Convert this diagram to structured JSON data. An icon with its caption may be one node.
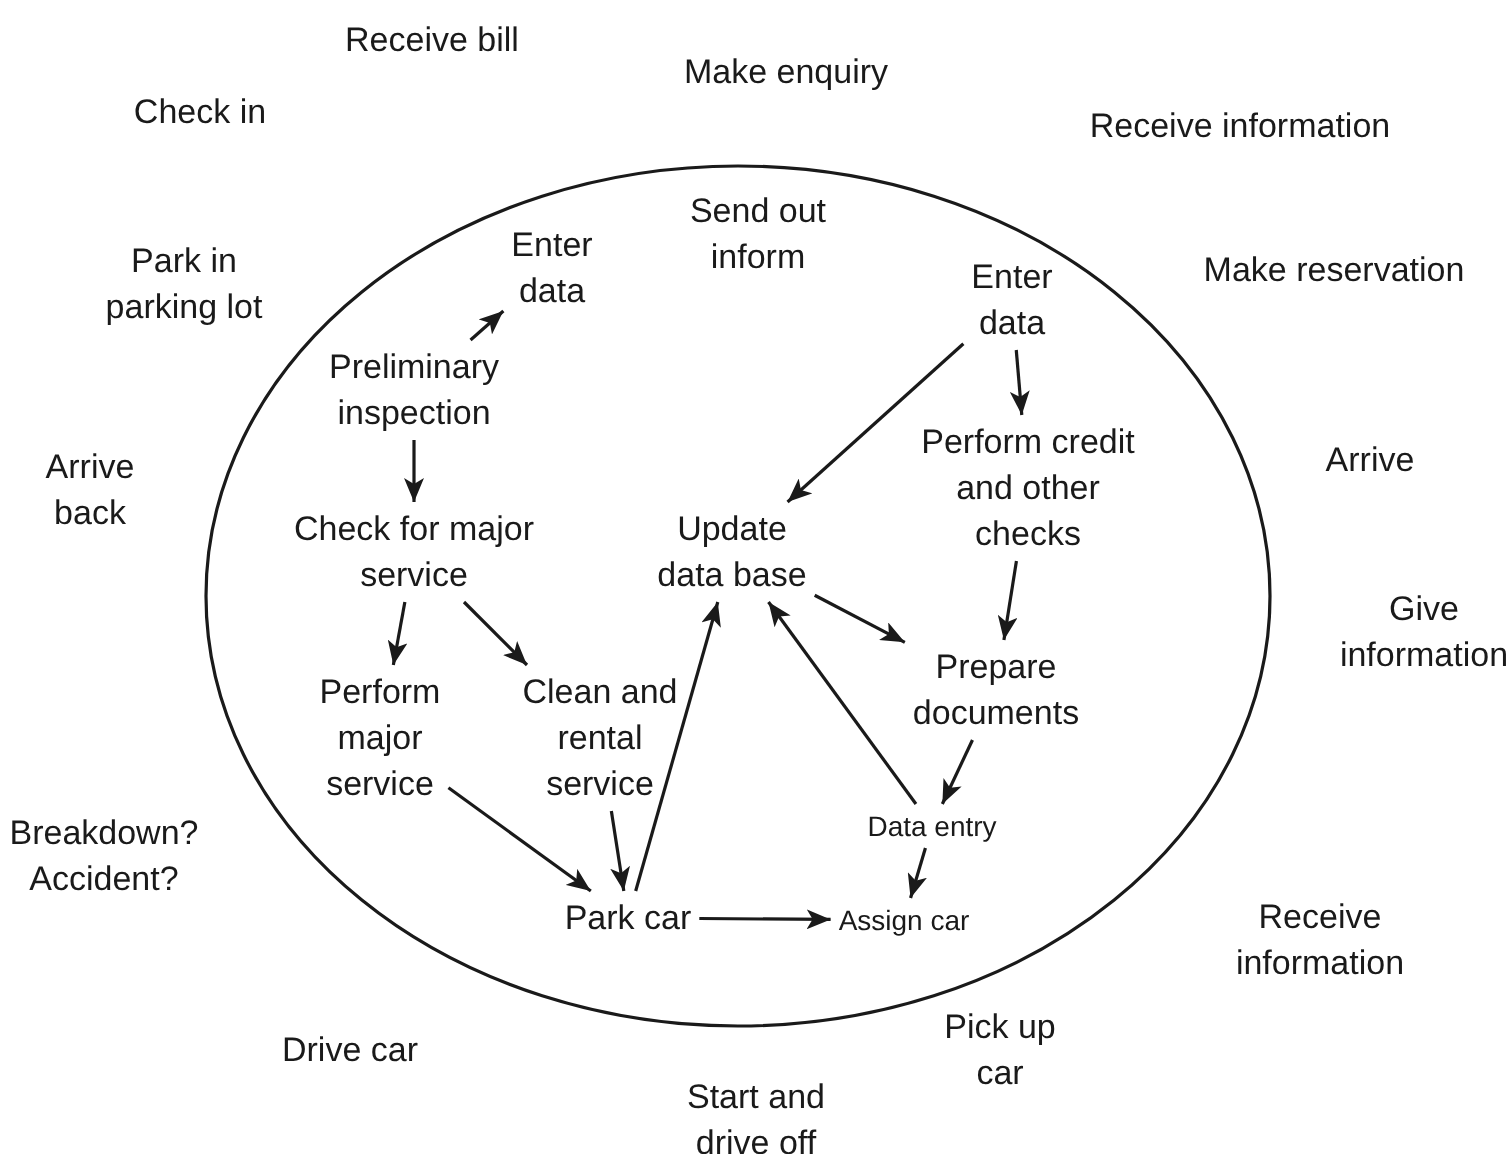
{
  "diagram": {
    "nodes": [
      {
        "text": [],
        "shape": "ellipse"
      },
      {
        "text": [
          "Enter data"
        ],
        "in": 0
      },
      {
        "text": [
          "Preliminary inspection"
        ],
        "in": 0
      },
      {
        "text": [
          "Check for major service"
        ],
        "in": 0
      },
      {
        "text": [
          "Perform major service"
        ],
        "in": 0
      },
      {
        "text": [
          "Clean and rental service"
        ],
        "in": 0
      },
      {
        "text": [
          "Park car"
        ],
        "in": 0
      },
      {
        "text": [
          "Enter data"
        ],
        "in": 0
      },
      {
        "text": [
          "Update data base"
        ],
        "in": 0
      },
      {
        "text": [
          "Perform credit and other checks"
        ],
        "in": 0
      },
      {
        "text": [
          "Prepare documents"
        ],
        "in": 0
      },
      {
        "text": [
          "Data entry"
        ],
        "in": 0
      },
      {
        "text": [
          "Assign car"
        ],
        "in": 0
      }
    ],
    "edges": [
      {
        "from": 2,
        "to": 1,
        "arrow": "to"
      },
      {
        "from": 2,
        "to": 3,
        "arrow": "to"
      },
      {
        "from": 3,
        "to": 4,
        "arrow": "to"
      },
      {
        "from": 3,
        "to": 5,
        "arrow": "to"
      },
      {
        "from": 4,
        "to": 6,
        "arrow": "to"
      },
      {
        "from": 5,
        "to": 6,
        "arrow": "to"
      },
      {
        "from": 6,
        "to": 8,
        "arrow": "to"
      },
      {
        "from": 6,
        "to": 12,
        "arrow": "to"
      },
      {
        "from": 7,
        "to": 8,
        "arrow": "to"
      },
      {
        "from": 7,
        "to": 9,
        "arrow": "to"
      },
      {
        "from": 9,
        "to": 10,
        "arrow": "to"
      },
      {
        "from": 8,
        "to": 10,
        "arrow": "to"
      },
      {
        "from": 11,
        "to": 8,
        "arrow": "to"
      },
      {
        "from": 10,
        "to": 11,
        "arrow": "to"
      },
      {
        "from": 11,
        "to": 12,
        "arrow": "to"
      }
    ],
    "labels": [
      "Receive bill",
      "Make enquiry",
      "Check in",
      "Receive information",
      "Send out inform",
      "Park in parking lot",
      "Make reservation",
      "Arrive back",
      "Arrive",
      "Give information",
      "Breakdown? Accident?",
      "Receive information",
      "Drive car",
      "Pick up car",
      "Start and drive off"
    ]
  }
}
